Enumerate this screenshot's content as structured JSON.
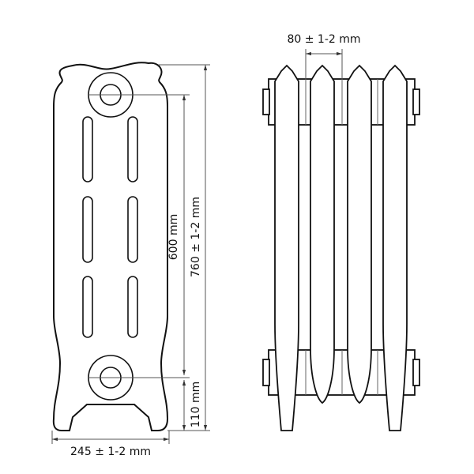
{
  "title": "Radiator dimensions drawing",
  "dimensions": {
    "height_total": "760 ± 1-2 mm",
    "axis_distance": "600 mm",
    "bottom_to_axis": "110 mm",
    "width": "245 ± 1-2 mm",
    "section_pitch": "80 ± 1-2 mm"
  },
  "colors": {
    "line": "#111111",
    "dim_line": "#555555"
  }
}
